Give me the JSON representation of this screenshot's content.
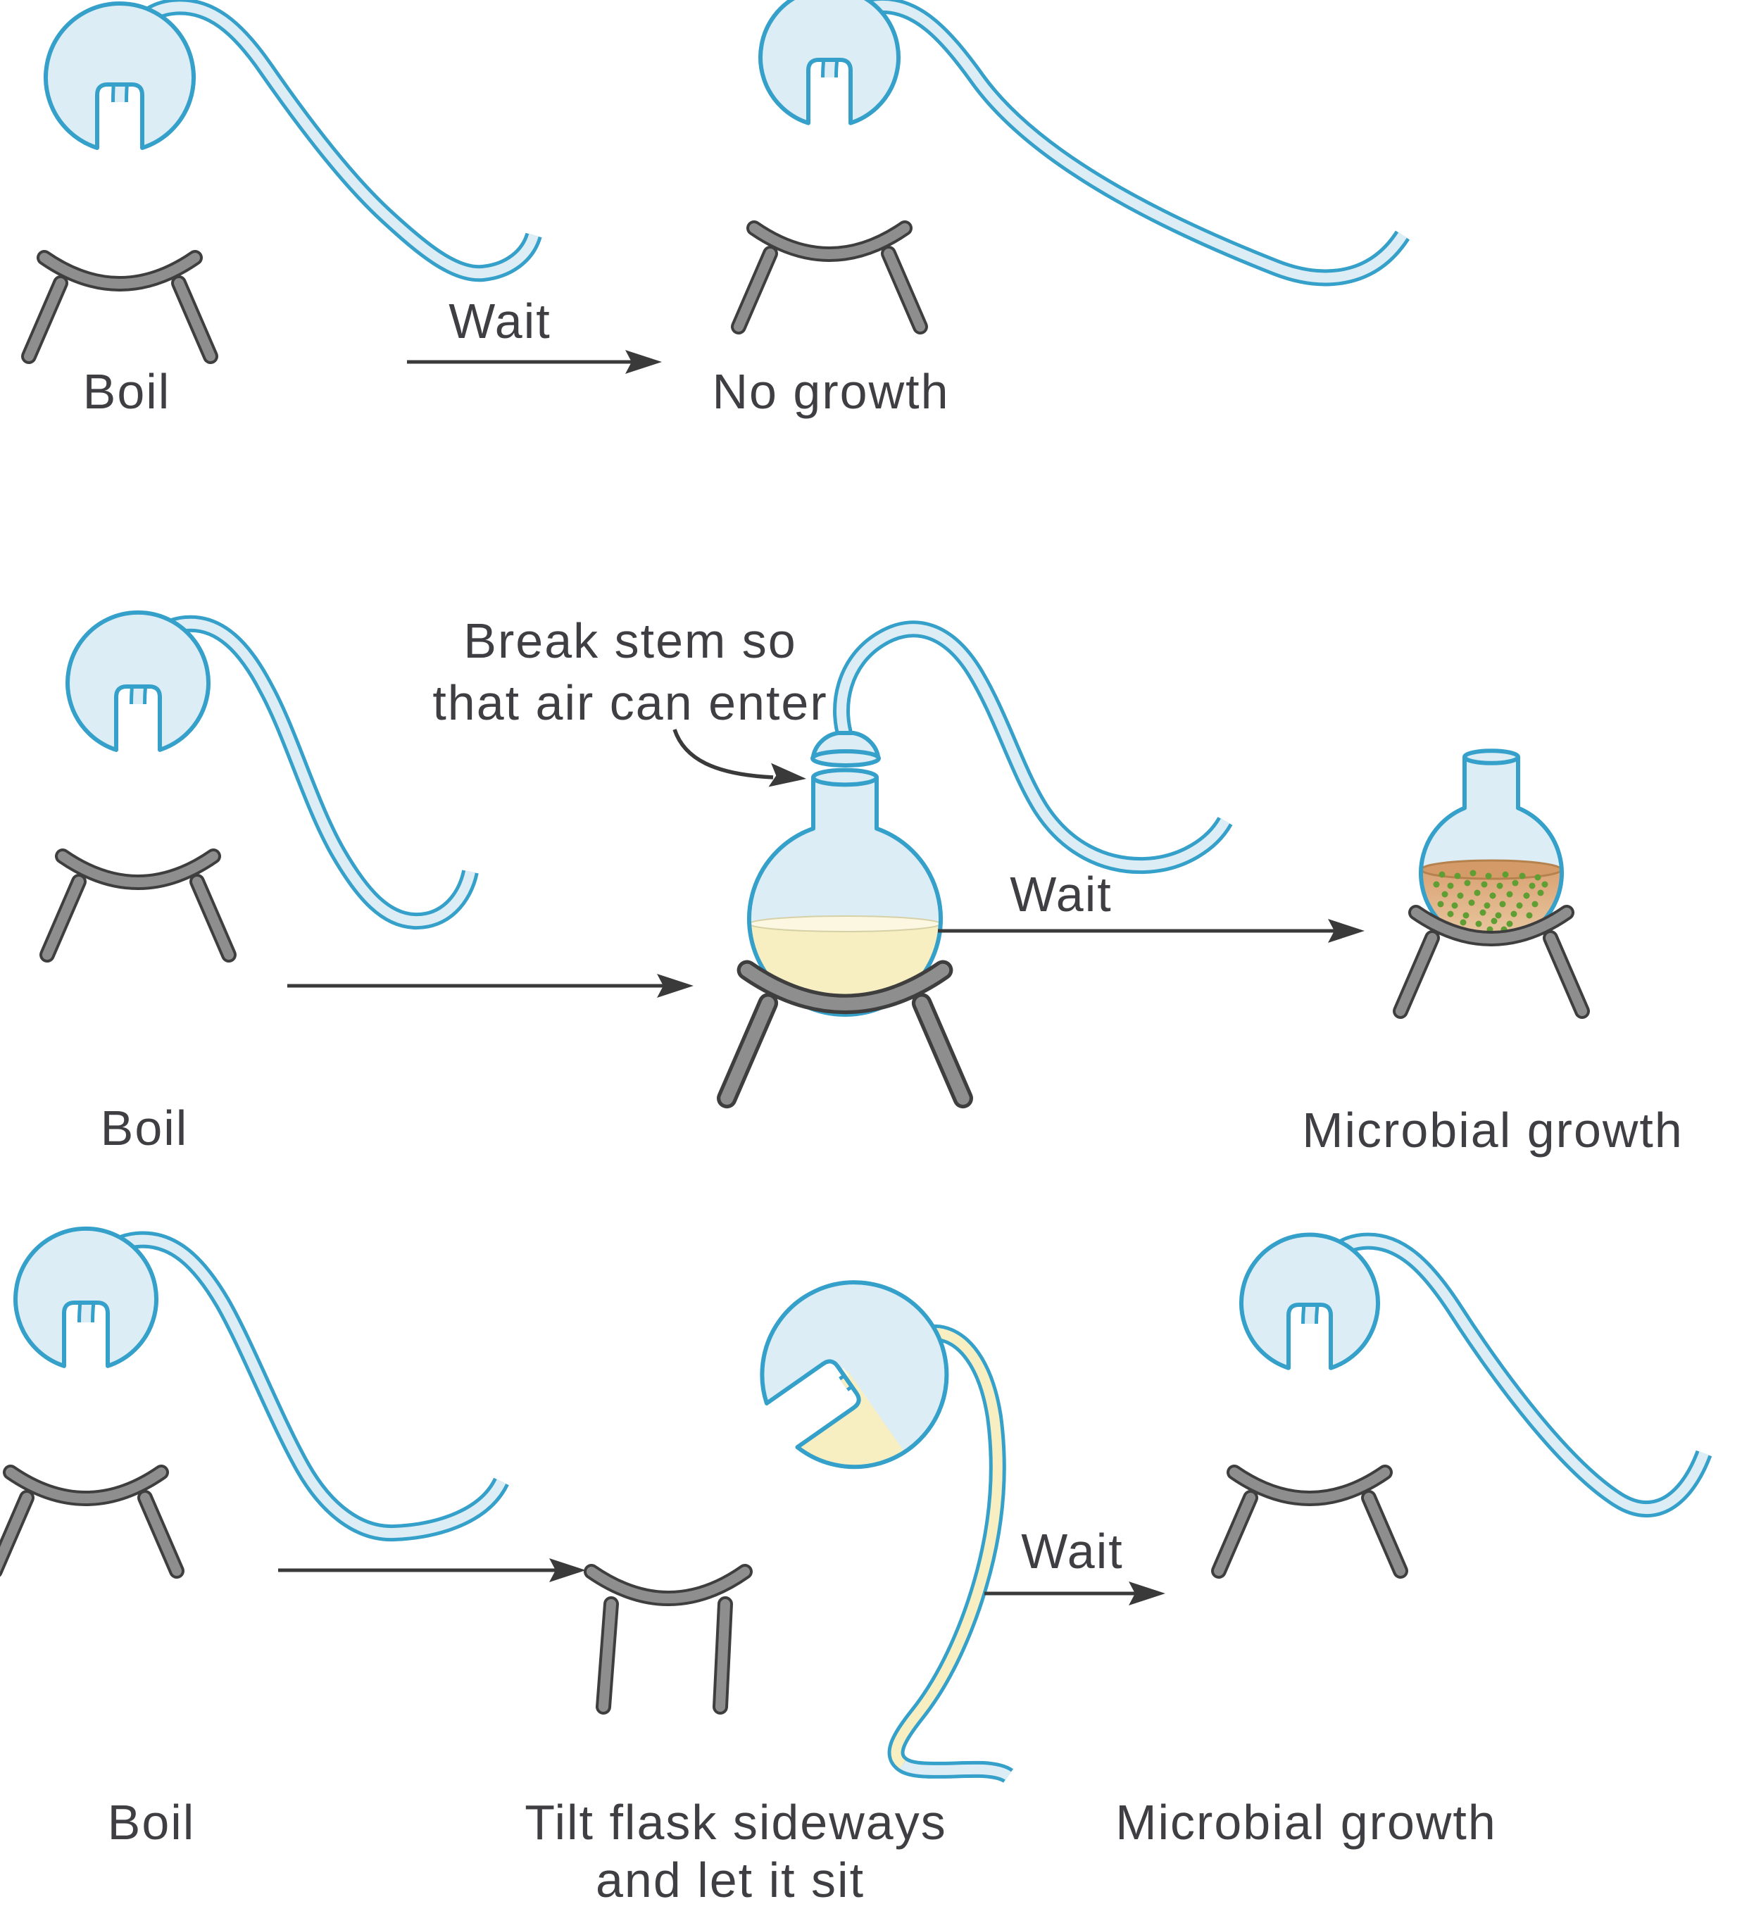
{
  "figure": {
    "description_visible_text_only": "three-row flask experiment diagram",
    "rows": [
      {
        "flask1_caption": "Boil",
        "arrow_label": "Wait",
        "flask2_caption": "No growth"
      },
      {
        "flask1_caption": "Boil",
        "annotation_line1": "Break stem so",
        "annotation_line2": "that air can enter",
        "arrow2_label": "Wait",
        "flask3_caption": "Microbial growth"
      },
      {
        "flask1_caption": "Boil",
        "flask2_caption_line1": "Tilt flask sideways",
        "flask2_caption_line2": "and let it sit",
        "arrow2_label": "Wait",
        "flask3_caption": "Microbial growth"
      }
    ],
    "colors": {
      "glass_outline": "#35a0c9",
      "glass_fill": "#dcedf6",
      "liquid_yellow": "#f7efc2",
      "liquid_meniscus": "#fcf7e0",
      "meniscus_edge": "#d6d0a6",
      "bubble_fill": "#faf4d4",
      "bubble_edge": "#b4b4aa",
      "liquid_brown_top": "#d9a173",
      "liquid_brown_bottom": "#ecd0a9",
      "brown_surface": "#d49a67",
      "brown_surface_edge": "#b5824e",
      "microbe_green": "#5f9e33",
      "stand_fill": "#8e8e8e",
      "stand_outline": "#3e3e3e",
      "arrow": "#3a3a3a",
      "text": "#3f3f43",
      "background": "#ffffff"
    }
  }
}
